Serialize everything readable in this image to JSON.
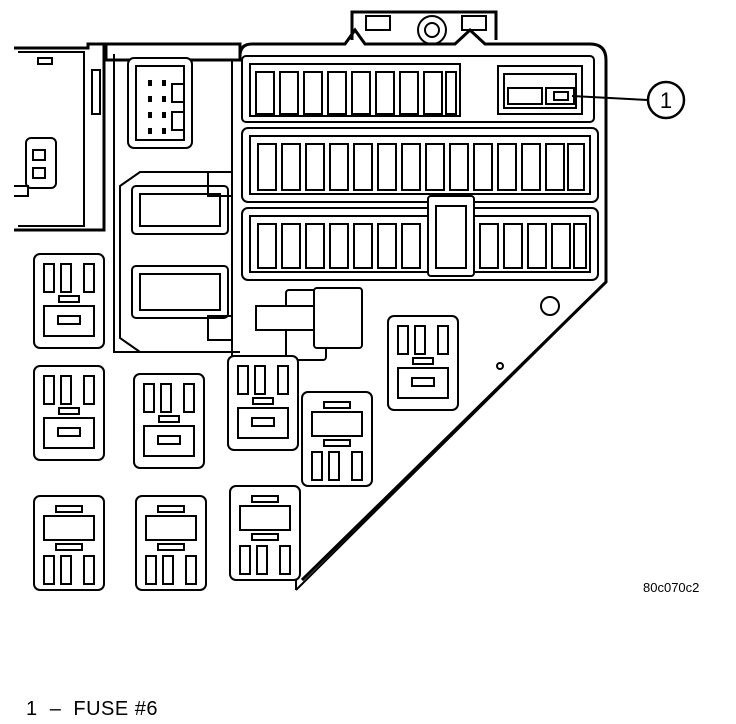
{
  "callout": {
    "number": "1"
  },
  "figure_id": "80c070c2",
  "legend": [
    {
      "number": "1",
      "dash": "–",
      "text": "FUSE #6"
    }
  ]
}
